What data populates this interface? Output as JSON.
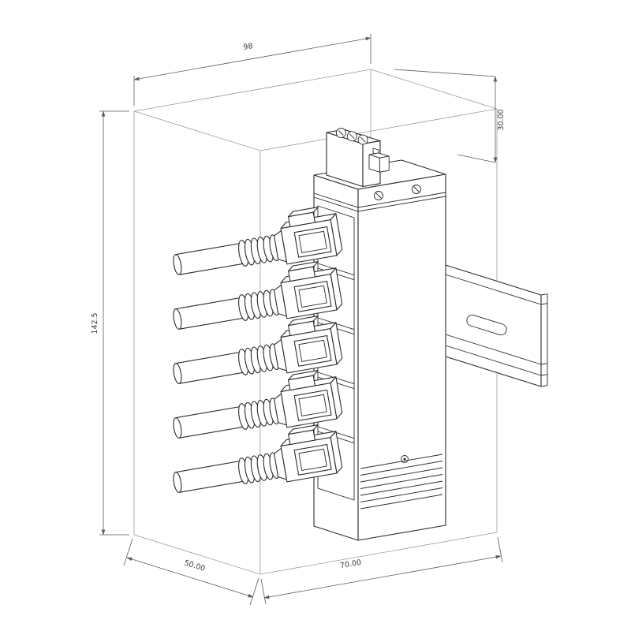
{
  "page": {
    "background": "#ffffff"
  },
  "drawing": {
    "type": "isometric dimensioned technical drawing",
    "style": {
      "outline_color": "#2b2b2b",
      "construction_color": "#9a9a9a",
      "dimension_color": "#5a5a5a",
      "label_color": "#3a3a3a",
      "background": "#ffffff"
    },
    "dimensions": {
      "top_width": "98",
      "right_height": "30.00",
      "left_height": "142.5",
      "bottom_left_depth": "50.00",
      "bottom_front_width": "70.00"
    },
    "components": [
      "construction-bounding-box",
      "terminal-block-3pin",
      "switch-body",
      "lid-screws",
      "rj45-cable-1",
      "rj45-cable-2",
      "rj45-cable-3",
      "rj45-cable-4",
      "rj45-cable-5",
      "vent-slats",
      "status-hole",
      "din-rail"
    ]
  }
}
